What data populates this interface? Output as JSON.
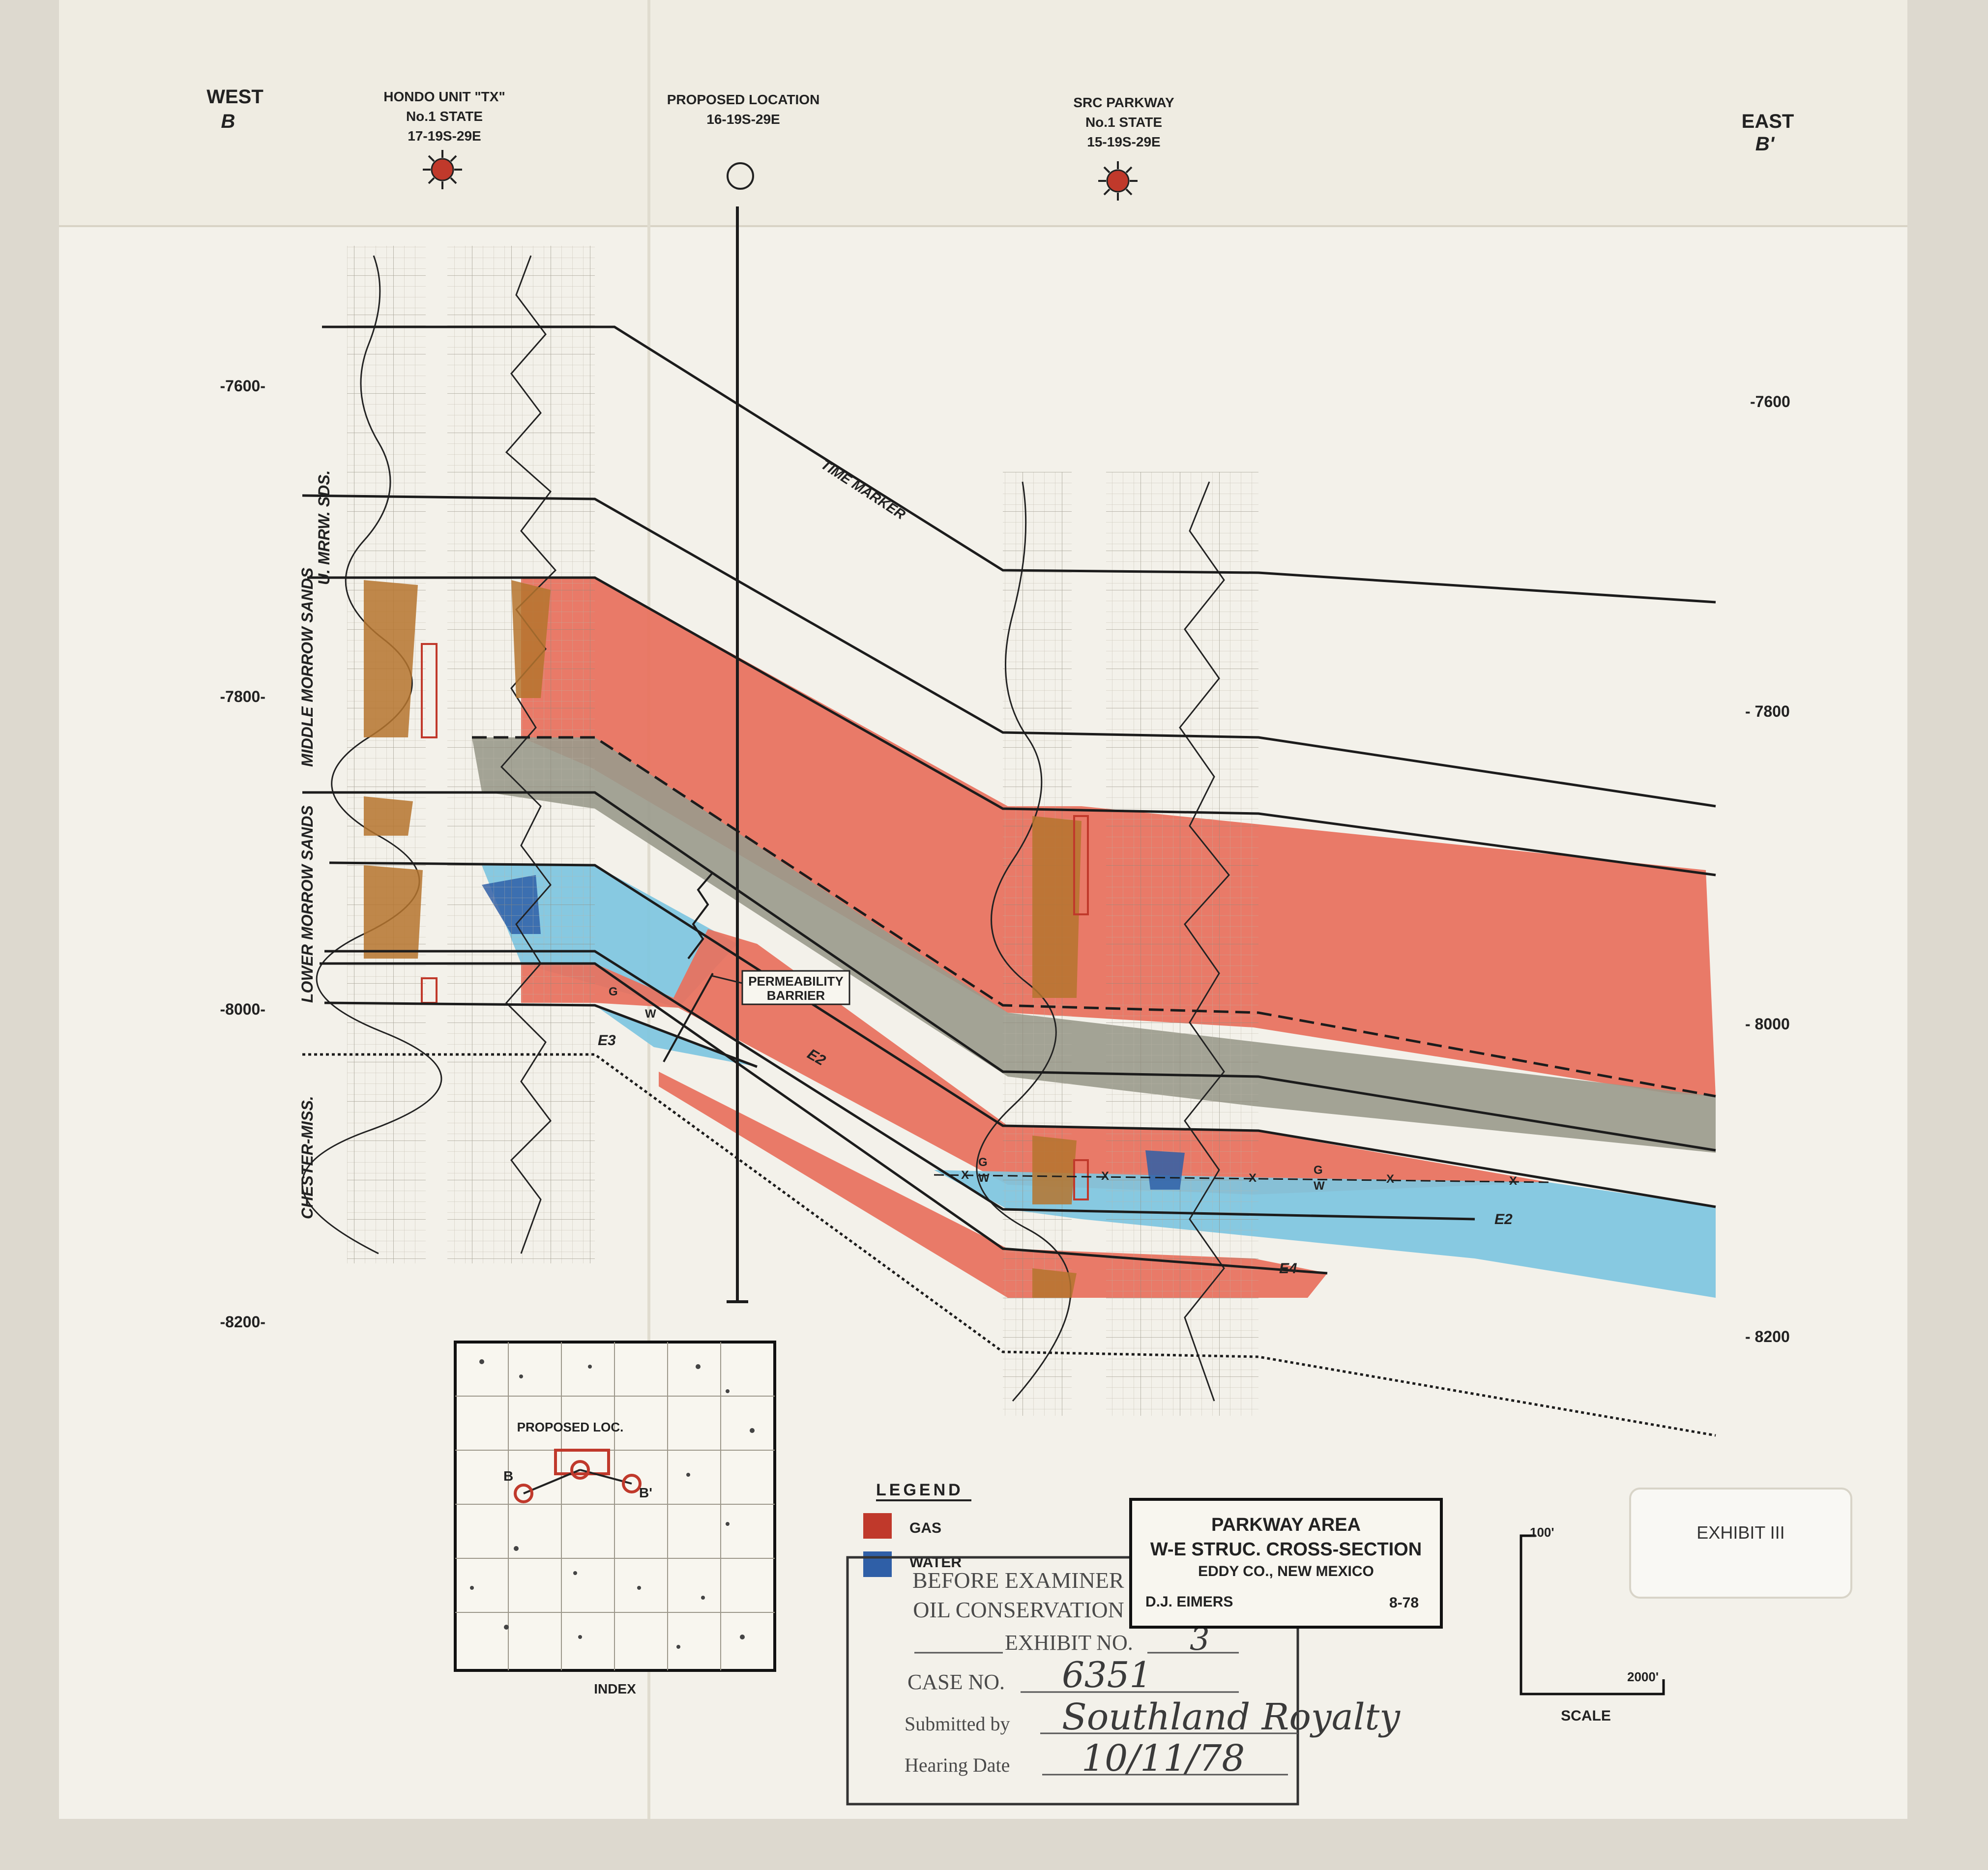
{
  "direction_labels": {
    "west": "WEST",
    "west_sub": "B",
    "east": "EAST",
    "east_sub": "B'"
  },
  "wells": [
    {
      "name": "HONDO UNIT \"TX\"",
      "line2": "No.1 STATE",
      "line3": "17-19S-29E",
      "symbol": "gas-well-icon"
    },
    {
      "name": "PROPOSED LOCATION",
      "line2": "16-19S-29E",
      "line3": "",
      "symbol": "proposed-location-icon"
    },
    {
      "name": "SRC PARKWAY",
      "line2": "No.1 STATE",
      "line3": "15-19S-29E",
      "symbol": "gas-well-icon"
    }
  ],
  "depth_axis_left": [
    "-7600-",
    "-7800-",
    "-8000-",
    "-8200-"
  ],
  "depth_axis_right": [
    "-7600",
    "- 7800",
    "- 8000",
    "- 8200"
  ],
  "formation_labels": {
    "upper_morrow": "U. MRRW. SDS.",
    "middle_morrow": "MIDDLE MORROW SANDS",
    "lower_morrow": "LOWER MORROW SANDS",
    "chester_miss": "CHESTER-MISS."
  },
  "annotations": {
    "time_marker": "TIME MARKER",
    "permeability_barrier_1": "PERMEABILITY",
    "permeability_barrier_2": "BARRIER",
    "e2": "E2",
    "e3": "E3",
    "e4": "E4",
    "g": "G",
    "w": "W",
    "x": "X"
  },
  "index_map": {
    "title": "INDEX",
    "proposed_label": "PROPOSED LOC.",
    "b_label": "B",
    "b_prime_label": "B'"
  },
  "legend": {
    "title": "LEGEND",
    "items": [
      {
        "label": "GAS",
        "color": "#c0392b"
      },
      {
        "label": "WATER",
        "color": "#2f5fa7"
      }
    ]
  },
  "title_block": {
    "line1": "PARKWAY AREA",
    "line2": "W-E STRUC. CROSS-SECTION",
    "line3": "EDDY CO., NEW MEXICO",
    "author": "D.J. EIMERS",
    "date": "8-78"
  },
  "stamp": {
    "line1": "BEFORE EXAMINER STAMETS",
    "line2": "OIL CONSERVATION DIVISION",
    "exhibit_label": "EXHIBIT NO.",
    "exhibit_value": "3",
    "case_label": "CASE NO.",
    "case_value": "6351",
    "submitted_label": "Submitted by",
    "submitted_value": "Southland Royalty",
    "hearing_label": "Hearing Date",
    "hearing_value": "10/11/78"
  },
  "exhibit_tag": "EXHIBIT III",
  "scale": {
    "vertical": "100'",
    "horizontal": "2000'",
    "label": "SCALE"
  },
  "colors": {
    "gas": "#e8705c",
    "water": "#7ec6e0",
    "shale": "#9a9a8c",
    "paper": "#f3f1ea"
  }
}
